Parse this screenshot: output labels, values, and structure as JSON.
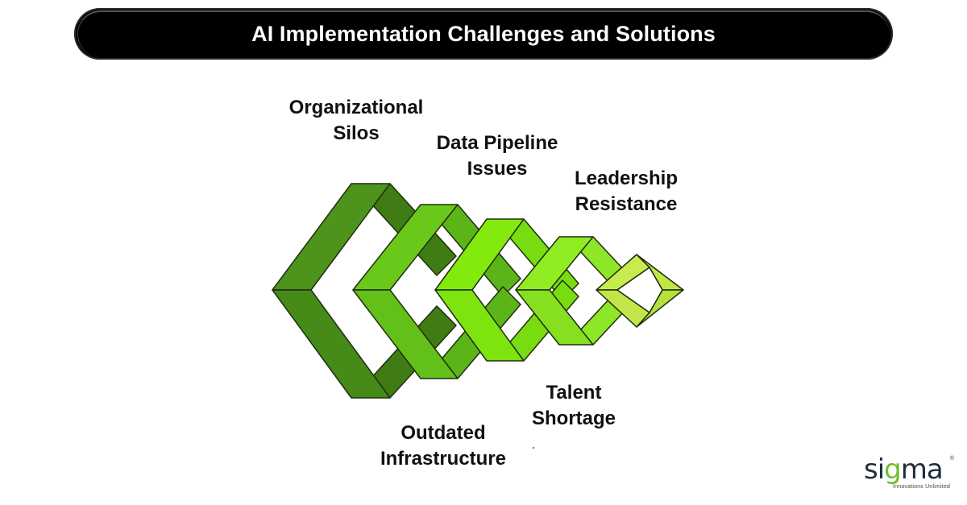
{
  "header": {
    "title": "AI Implementation Challenges and Solutions"
  },
  "labels": {
    "organizational_silos": [
      "Organizational",
      "Silos"
    ],
    "data_pipeline": [
      "Data Pipeline",
      "Issues"
    ],
    "leadership": [
      "Leadership",
      "Resistance"
    ],
    "talent": [
      "Talent",
      "Shortage"
    ],
    "infrastructure": [
      "Outdated",
      "Infrastructure"
    ]
  },
  "colors": {
    "stage1": "#4a8a18",
    "stage2": "#5fbf12",
    "stage3": "#7de40e",
    "stage4": "#7fe020",
    "stage5": "#bfe845",
    "outline": "#1f2d10"
  },
  "logo": {
    "brand": "sigma",
    "tagline": "Innovations Unlimited",
    "reg": "®"
  }
}
